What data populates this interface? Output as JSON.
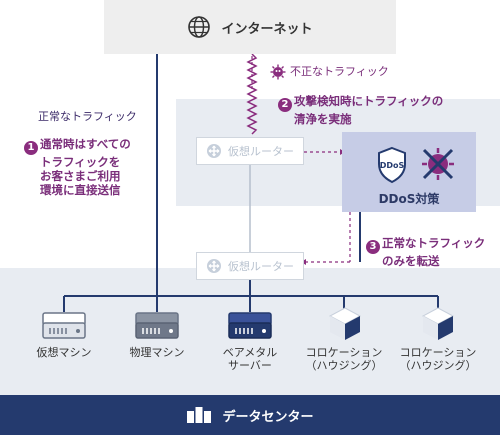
{
  "internet": {
    "label": "インターネット",
    "icon": "globe-icon"
  },
  "attack": {
    "label": "不正なトラフィック",
    "icon": "virus-icon"
  },
  "normal_traffic_label": "正常なトラフィック",
  "step1": {
    "number": "1",
    "lines": [
      "通常時はすべての",
      "トラフィックを",
      "お客さまご利用",
      "環境に直接送信"
    ]
  },
  "step2": {
    "number": "2",
    "lines": [
      "攻撃検知時にトラフィックの",
      "清浄を実施"
    ]
  },
  "step3": {
    "number": "3",
    "lines": [
      "正常なトラフィック",
      "のみを転送"
    ]
  },
  "router_top": {
    "label": "仮想ルーター"
  },
  "router_bottom": {
    "label": "仮想ルーター"
  },
  "ddos": {
    "label": "DDoS対策",
    "shield_text": "DDoS"
  },
  "devices": [
    {
      "label": "仮想マシン",
      "icon": "server-icon"
    },
    {
      "label": "物理マシン",
      "icon": "server-icon"
    },
    {
      "label": "ベアメタル",
      "label2": "サーバー",
      "icon": "server-icon"
    },
    {
      "label": "コロケーション",
      "label2": "（ハウジング）",
      "icon": "cube-icon"
    },
    {
      "label": "コロケーション",
      "label2": "（ハウジング）",
      "icon": "cube-icon"
    }
  ],
  "footer": {
    "label": "データセンター",
    "icon": "datacenter-icon"
  },
  "colors": {
    "navy": "#243a6e",
    "purple": "#8a2d7e",
    "light_bg": "#e8ecf2",
    "ddos_bg": "#c6cce6"
  }
}
